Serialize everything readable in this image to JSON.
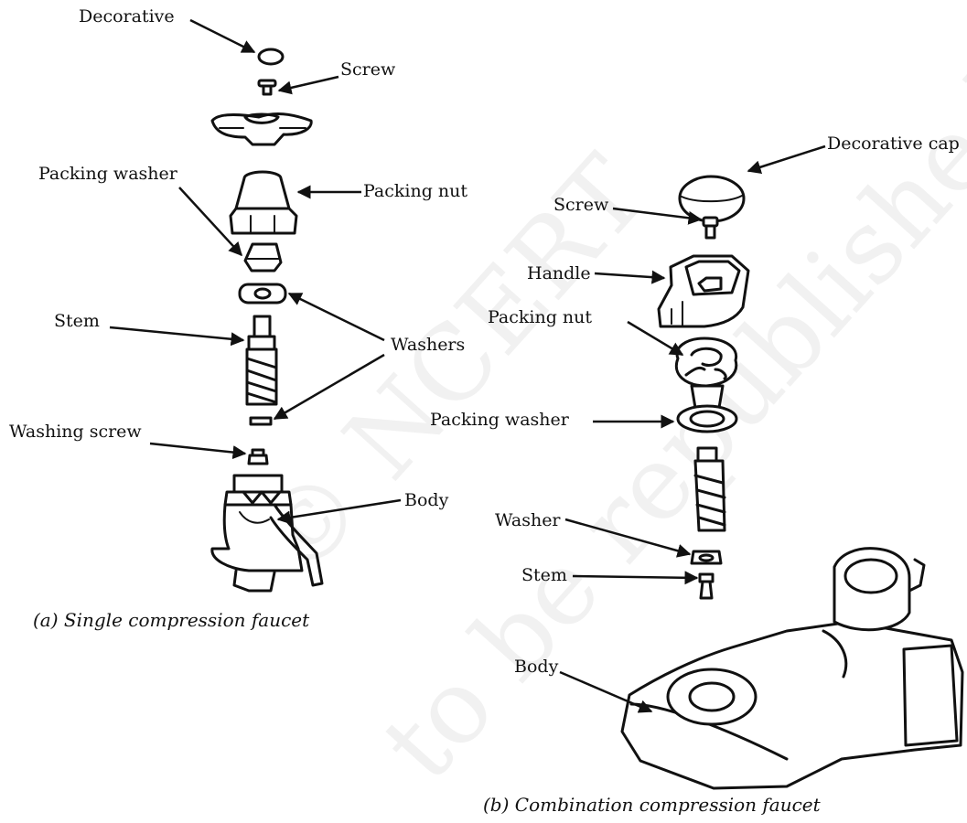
{
  "watermark": {
    "line1": "© NCERT",
    "line2": "to be republished"
  },
  "figure_a": {
    "labels": {
      "decorative": "Decorative",
      "screw": "Screw",
      "packing_washer": "Packing washer",
      "packing_nut": "Packing nut",
      "stem": "Stem",
      "washers": "Washers",
      "washing_screw": "Washing screw",
      "body": "Body"
    },
    "caption": "(a) Single compression faucet"
  },
  "figure_b": {
    "labels": {
      "decorative_cap": "Decorative cap",
      "screw": "Screw",
      "handle": "Handle",
      "packing_nut": "Packing nut",
      "packing_washer": "Packing washer",
      "washer": "Washer",
      "stem": "Stem",
      "body": "Body"
    },
    "caption": "(b) Combination compression faucet"
  }
}
